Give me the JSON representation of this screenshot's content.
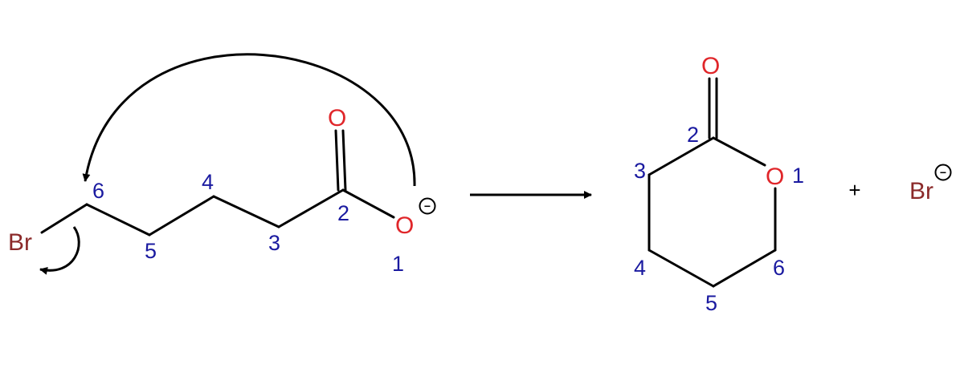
{
  "colors": {
    "bond": "#000000",
    "oxygen": "#e0262a",
    "bromine": "#8b2a2a",
    "locant": "#1a1aa0"
  },
  "reactant": {
    "bromine": "Br",
    "carbonyl_oxygen": "O",
    "anion_oxygen": "O",
    "charge": "−",
    "locants": {
      "c6": "6",
      "c5": "5",
      "c4": "4",
      "c3": "3",
      "c2": "2",
      "o1": "1"
    }
  },
  "reaction_arrow": "forward-arrow",
  "product": {
    "carbonyl_oxygen": "O",
    "ring_oxygen": "O",
    "locants": {
      "c2": "2",
      "c3": "3",
      "o1": "1",
      "c4": "4",
      "c6": "6",
      "c5": "5"
    }
  },
  "plus_sign": "+",
  "bromide": {
    "symbol": "Br",
    "charge": "−"
  }
}
